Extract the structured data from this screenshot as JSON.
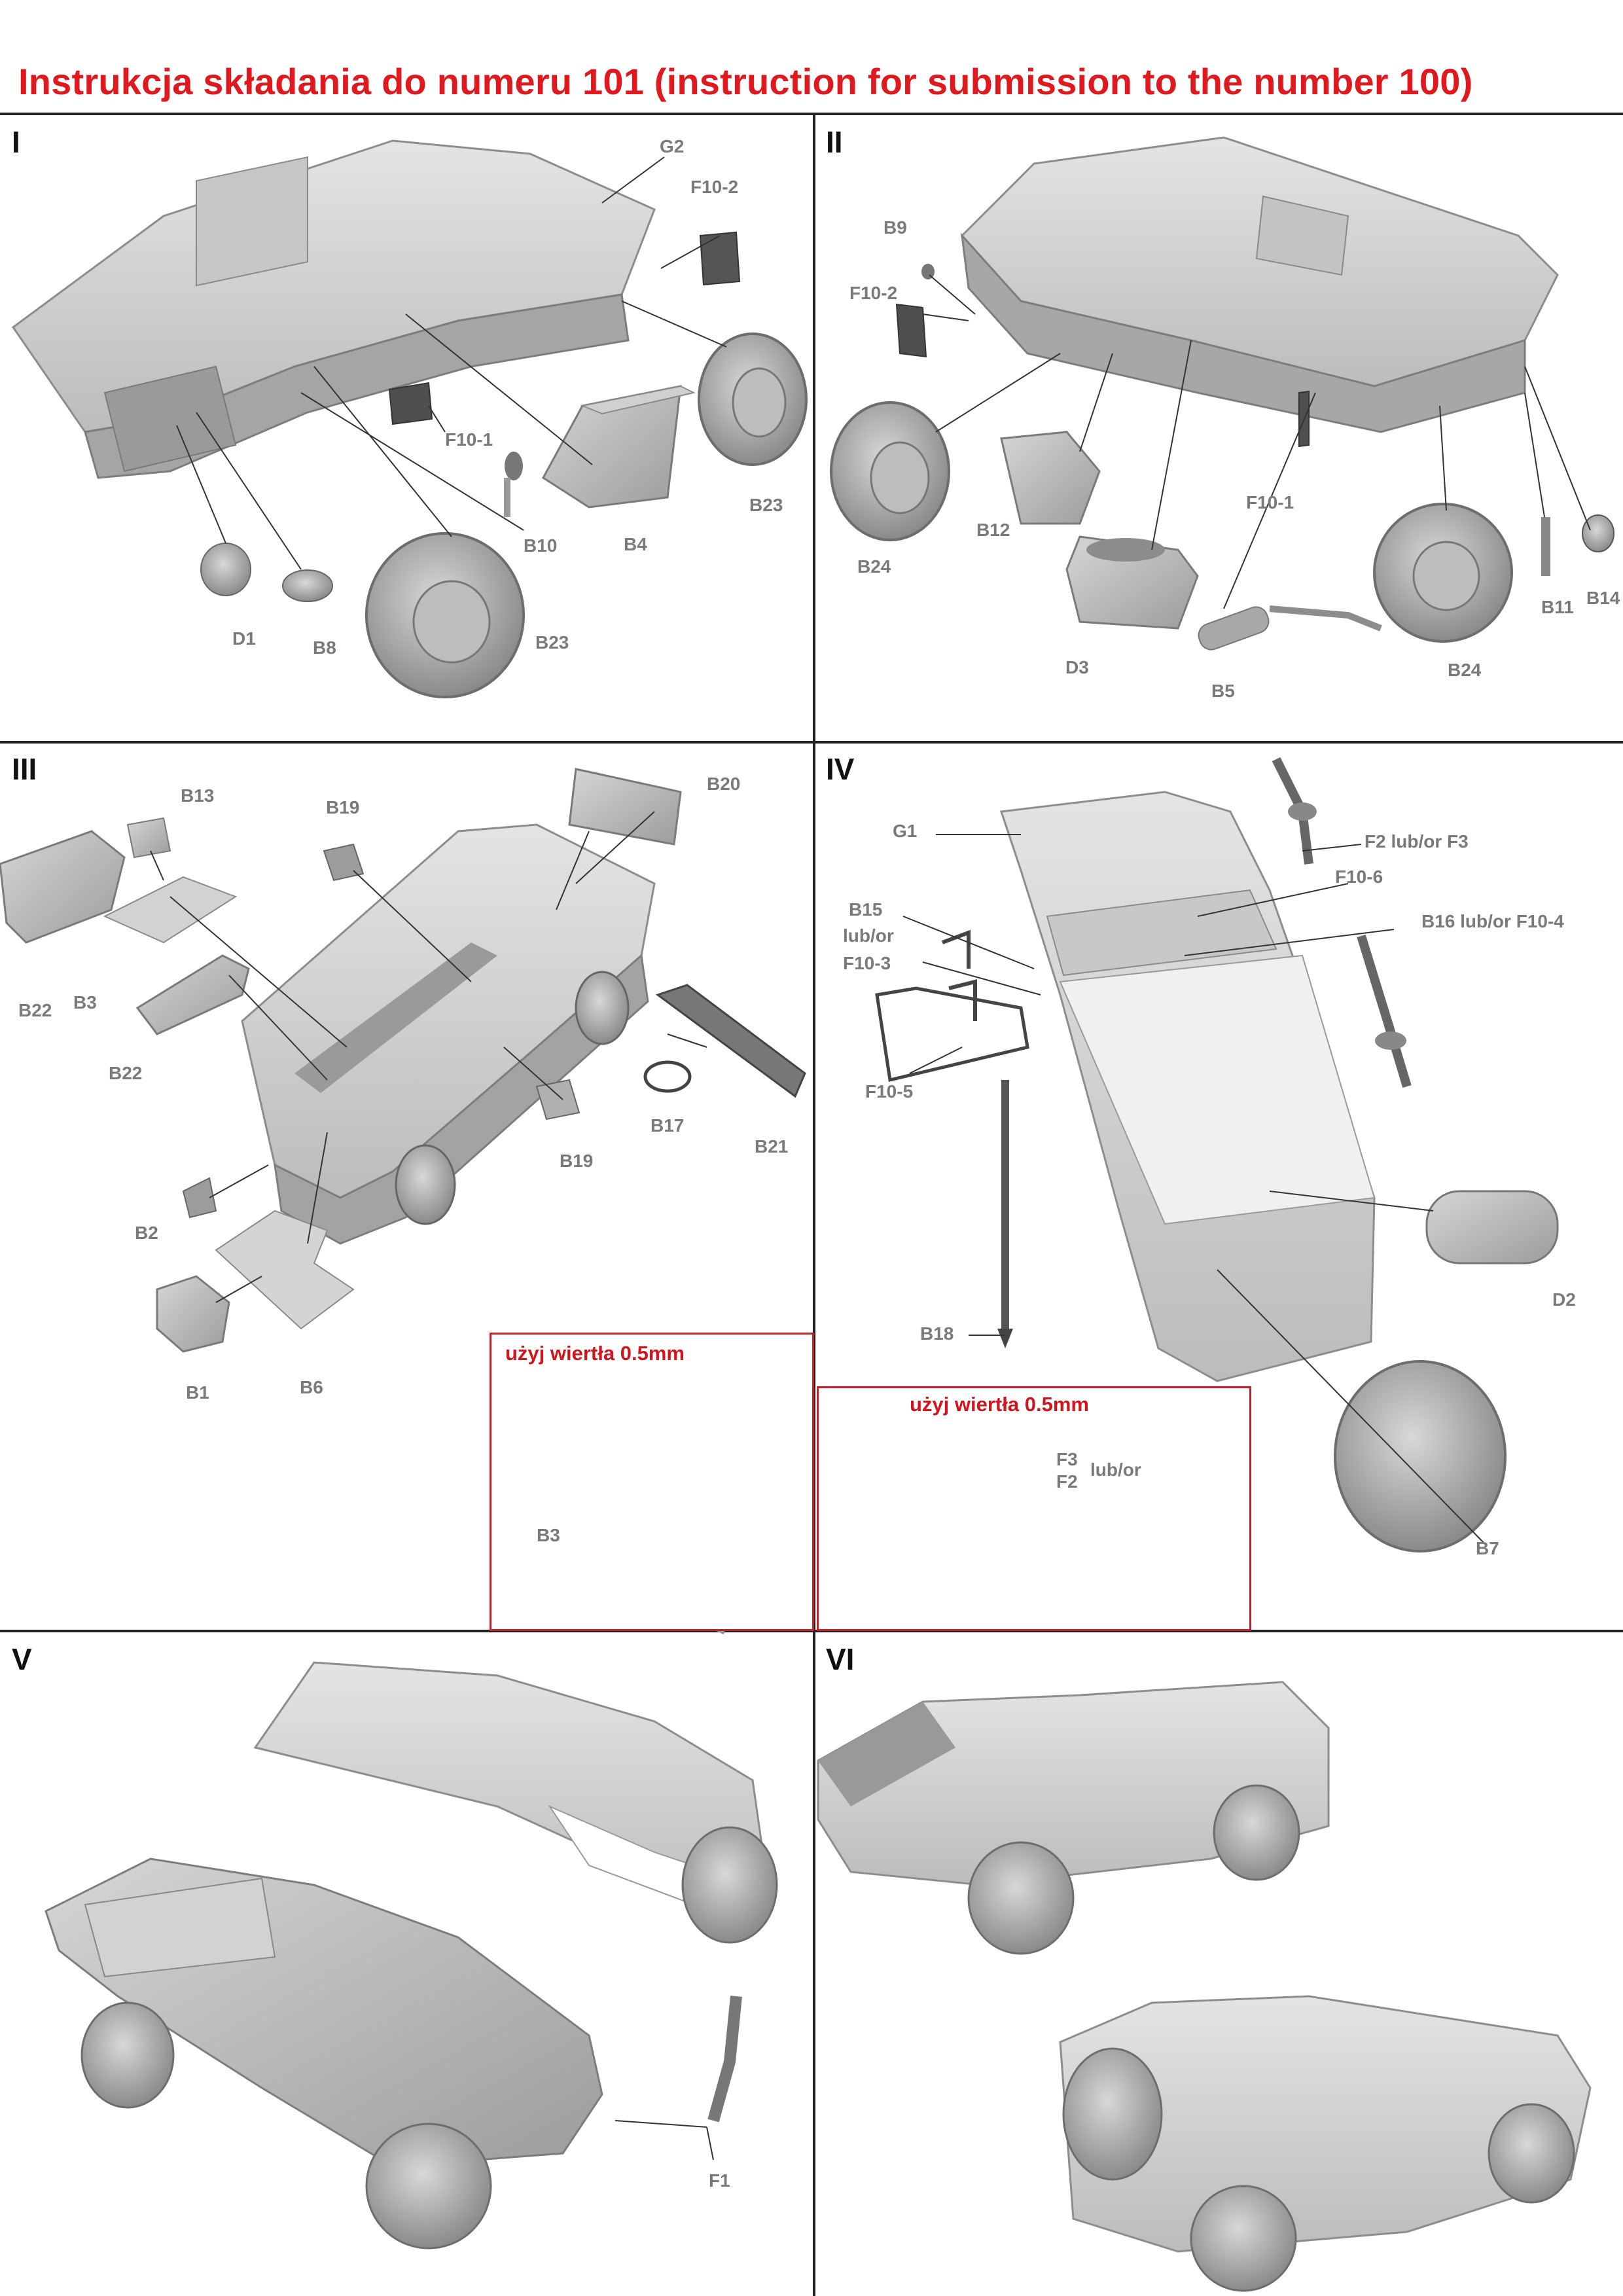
{
  "header": {
    "title": "Instrukcja składania do numeru 101 (instruction for submission to the number 100)",
    "title_color": "#e0191e"
  },
  "steps": {
    "s1": {
      "numeral": "I",
      "labels": {
        "g2": "G2",
        "f10_2": "F10-2",
        "f10_1": "F10-1",
        "b10": "B10",
        "b4": "B4",
        "b23a": "B23",
        "b23b": "B23",
        "d1": "D1",
        "b8": "B8"
      }
    },
    "s2": {
      "numeral": "II",
      "labels": {
        "b9": "B9",
        "f10_2": "F10-2",
        "b12": "B12",
        "f10_1": "F10-1",
        "b24a": "B24",
        "d3": "D3",
        "b5": "B5",
        "b24b": "B24",
        "b11": "B11",
        "b14": "B14"
      }
    },
    "s3": {
      "numeral": "III",
      "labels": {
        "b13": "B13",
        "b19a": "B19",
        "b20": "B20",
        "b22a": "B22",
        "b3": "B3",
        "b22b": "B22",
        "b17": "B17",
        "b21": "B21",
        "b19b": "B19",
        "b2": "B2",
        "b1": "B1",
        "b6": "B6"
      },
      "inset": {
        "note": "użyj wiertła 0.5mm",
        "label": "B3"
      }
    },
    "s4": {
      "numeral": "IV",
      "labels": {
        "g1": "G1",
        "f2f3": "F2 lub/or F3",
        "f10_6": "F10-6",
        "b15": "B15",
        "lubor": "lub/or",
        "f10_3": "F10-3",
        "b16": "B16 lub/or F10-4",
        "f10_5": "F10-5",
        "d2": "D2",
        "b18": "B18",
        "b7": "B7"
      },
      "inset": {
        "note": "użyj wiertła 0.5mm",
        "f3": "F3",
        "f2": "F2",
        "lubor": "lub/or"
      }
    },
    "s5": {
      "numeral": "V",
      "labels": {
        "f1": "F1"
      }
    },
    "s6": {
      "numeral": "VI"
    }
  },
  "colors": {
    "accent_red": "#d2141c",
    "model_grey": "#b9b9b9",
    "divider": "#222222"
  }
}
